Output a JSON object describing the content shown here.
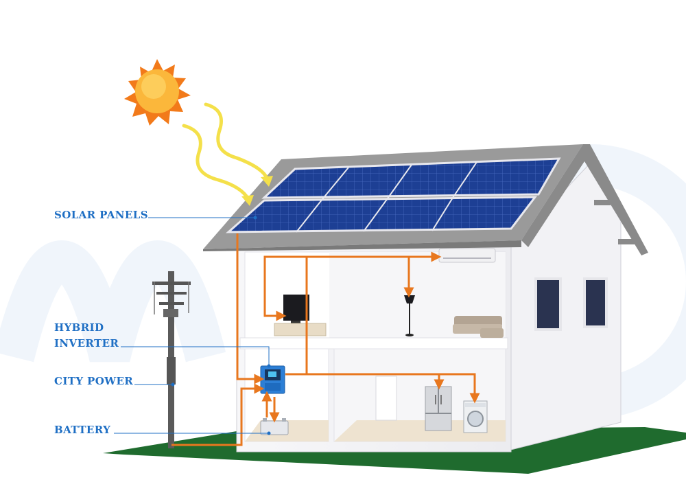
{
  "labels": {
    "solar_panels": "SOLAR PANELS",
    "hybrid_inverter_line1": "HYBRID",
    "hybrid_inverter_line2": "INVERTER",
    "city_power": "CITY POWER",
    "battery": "BATTERY"
  },
  "colors": {
    "label_text": "#1f6fc4",
    "power_flow": "#e8771e",
    "sun_rays": "#f4e04a",
    "ground": "#1f6b2e",
    "roof": "#8e8e8e",
    "panel": "#1d3f94",
    "inverter": "#2c7fd6"
  },
  "icons": [
    "sun-icon",
    "solar-panel-icon",
    "utility-pole-icon",
    "inverter-icon",
    "battery-icon",
    "tv-icon",
    "floor-lamp-icon",
    "sofa-icon",
    "air-conditioner-icon",
    "refrigerator-icon",
    "washing-machine-icon"
  ]
}
